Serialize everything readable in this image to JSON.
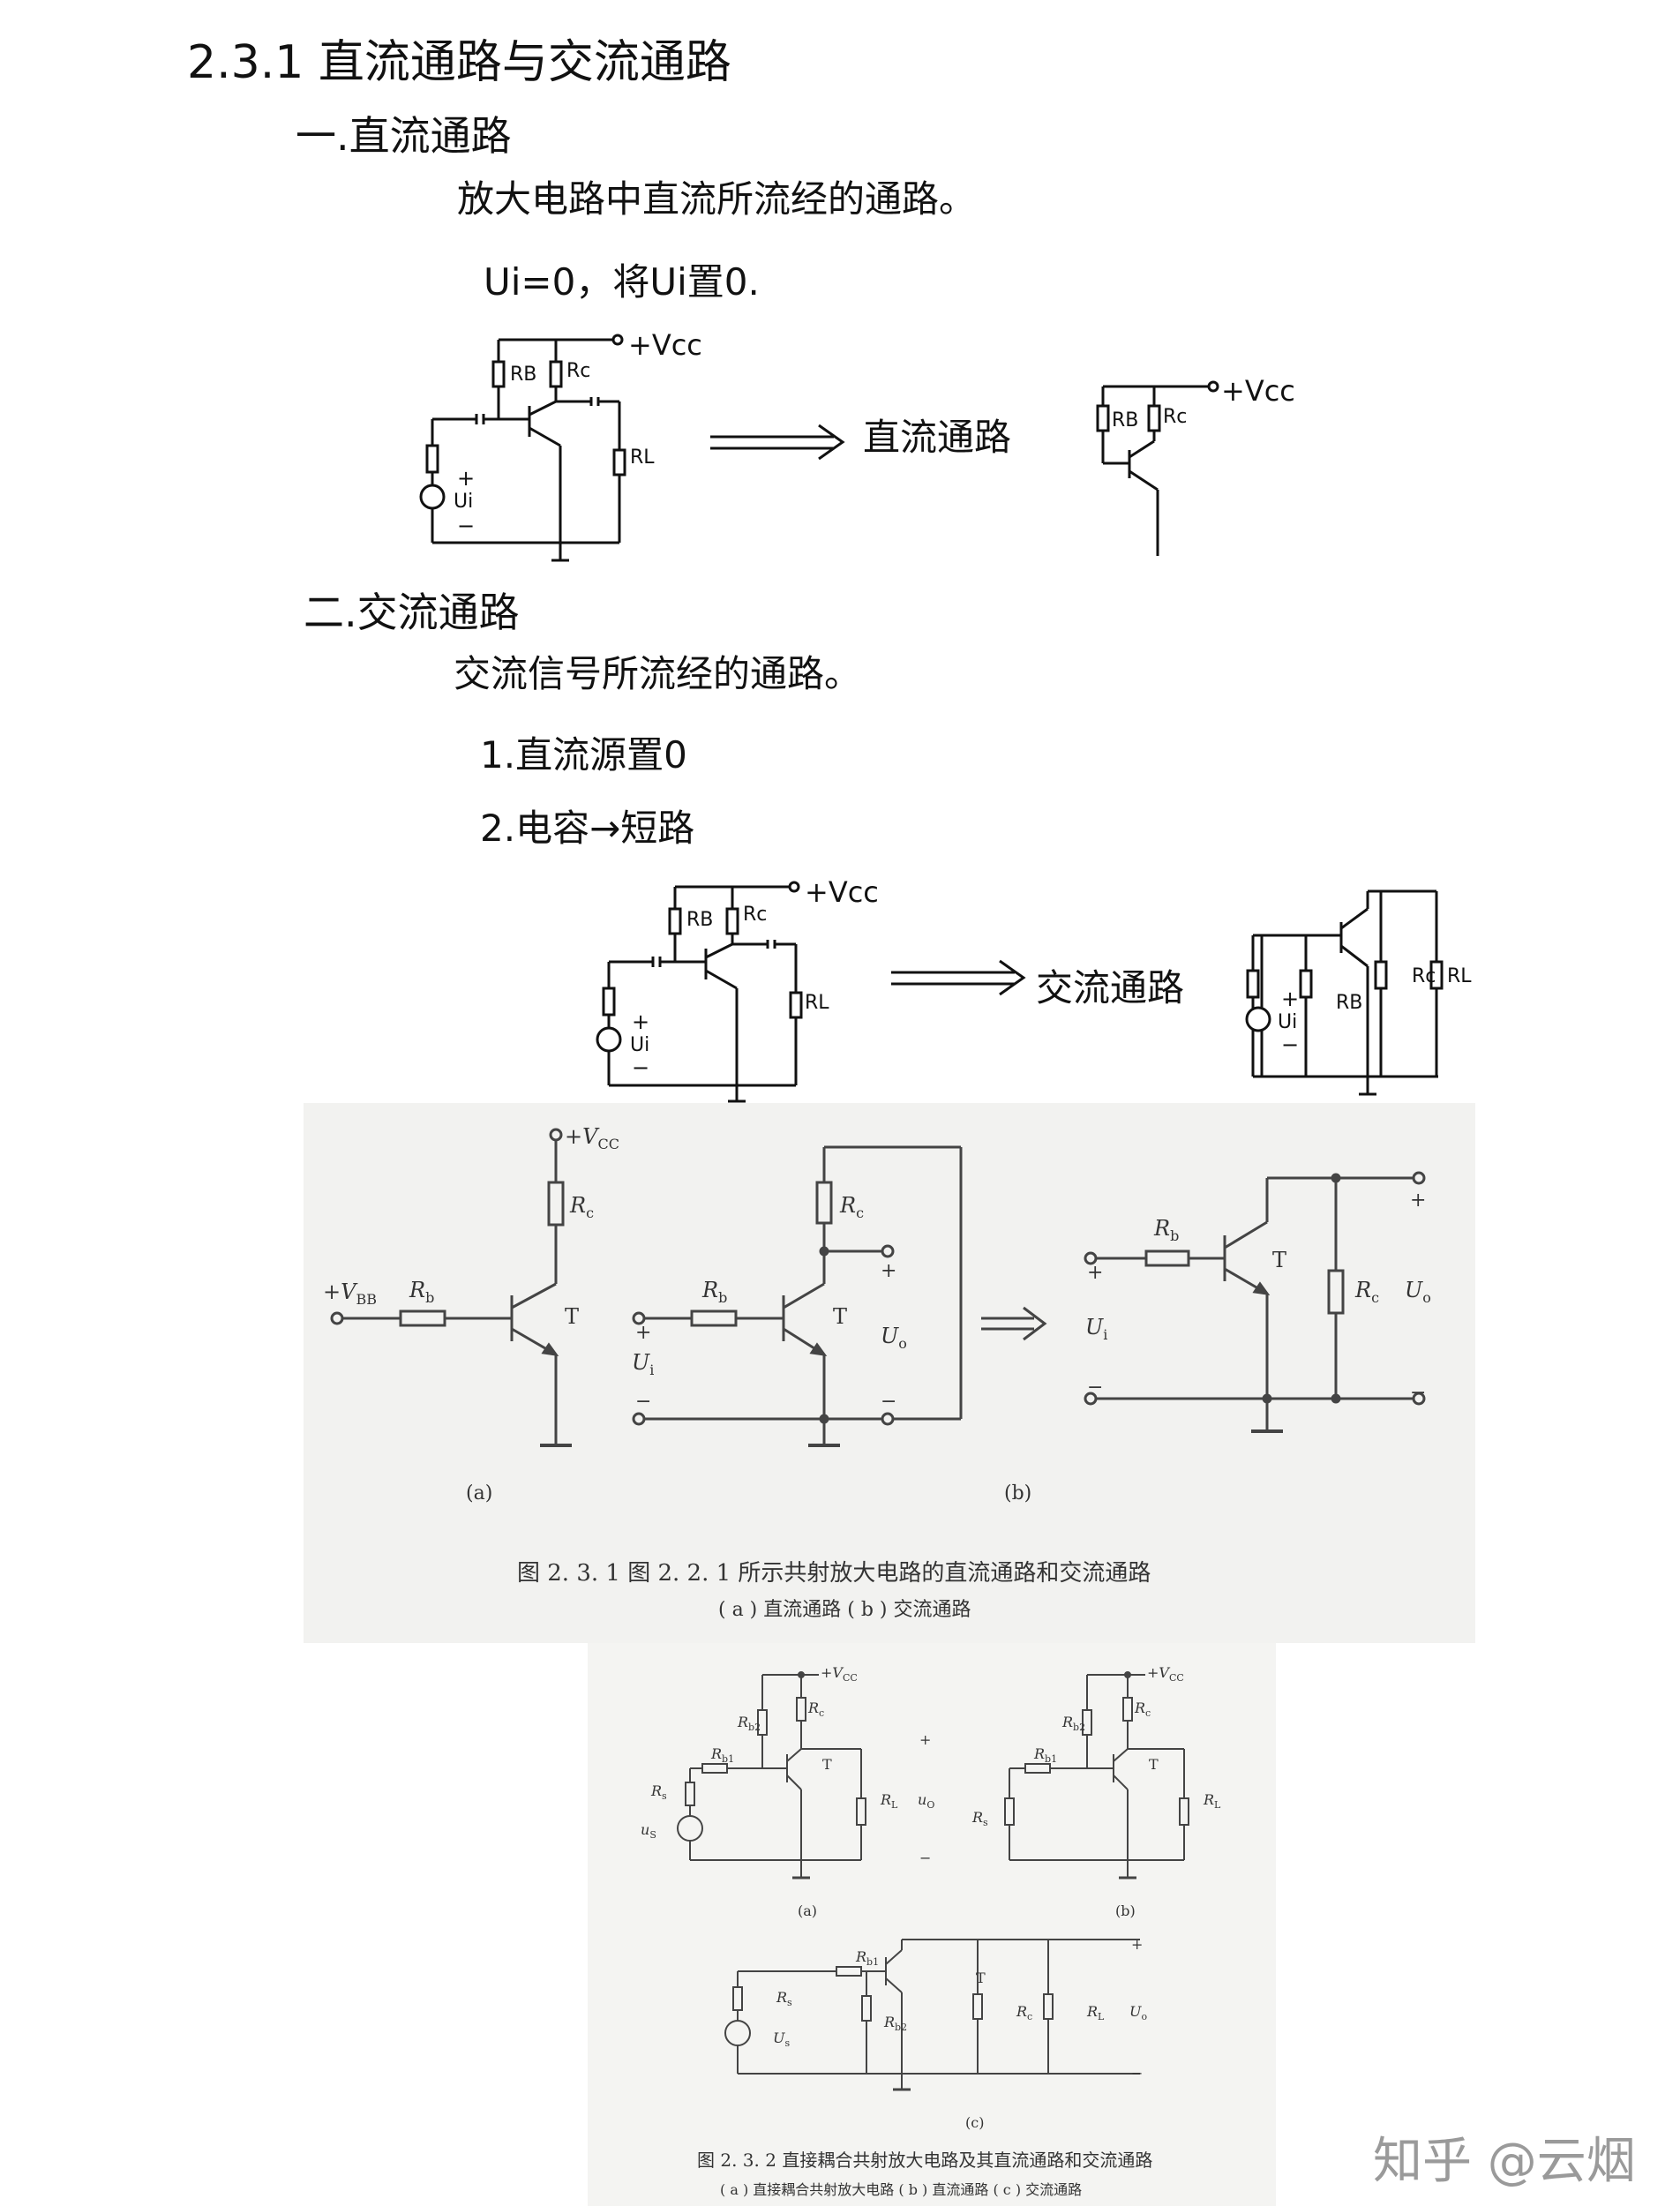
{
  "notes": {
    "title": "2.3.1 直流通路与交流通路",
    "section1": "一.直流通路",
    "section1_desc": "放大电路中直流所流经的通路。",
    "section1_rule": "Ui=0，将Ui置0.",
    "arrow1_label": "直流通路",
    "section2": "二.交流通路",
    "section2_desc": "交流信号所流经的通路。",
    "rule1": "1.直流源置0",
    "rule2": "2.电容→短路",
    "arrow2_label": "交流通路"
  },
  "sketch": {
    "vcc": "+Vcc",
    "rb": "RB",
    "rc": "Rc",
    "rl": "RL",
    "ui": "Ui",
    "plus": "+",
    "minus": "−"
  },
  "figure1": {
    "vcc": "+V",
    "vcc_sub": "CC",
    "vbb": "+V",
    "vbb_sub": "BB",
    "rc": "R",
    "rc_sub": "c",
    "rb": "R",
    "rb_sub": "b",
    "t": "T",
    "ui": "U",
    "ui_sub": "i",
    "uo": "U",
    "uo_sub": "o",
    "plus": "+",
    "minus": "−",
    "label_a": "(a)",
    "label_b": "(b)",
    "caption": "图 2. 3. 1   图 2. 2. 1 所示共射放大电路的直流通路和交流通路",
    "subcaption": "( a ) 直流通路   ( b ) 交流通路"
  },
  "figure2": {
    "vcc": "+V",
    "vcc_sub": "CC",
    "rb1": "R",
    "rb1_sub": "b1",
    "rb2": "R",
    "rb2_sub": "b2",
    "rc": "R",
    "rc_sub": "c",
    "rs": "R",
    "rs_sub": "s",
    "rl": "R",
    "rl_sub": "L",
    "us": "u",
    "us_sub": "S",
    "uo": "u",
    "uo_sub": "O",
    "usdot": "U",
    "usdot_sub": "s",
    "uodot": "U",
    "uodot_sub": "o",
    "t": "T",
    "plus": "+",
    "minus": "−",
    "label_a": "(a)",
    "label_b": "(b)",
    "label_c": "(c)",
    "caption": "图 2. 3. 2   直接耦合共射放大电路及其直流通路和交流通路",
    "subcaption": "( a ) 直接耦合共射放大电路   ( b ) 直流通路   ( c ) 交流通路"
  },
  "watermark": "知乎 @云烟"
}
